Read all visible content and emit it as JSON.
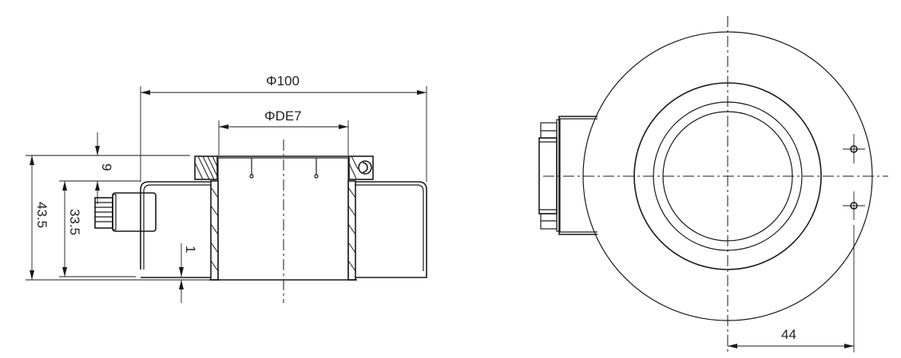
{
  "drawing": {
    "side_view": {
      "dimensions": {
        "outer_diameter": "Φ100",
        "bore_diameter": "ΦDE7",
        "total_height": "43.5",
        "body_height": "33.5",
        "flange_height": "9",
        "bottom_offset": "1"
      }
    },
    "front_view": {
      "dimensions": {
        "hole_offset": "44"
      }
    }
  },
  "colors": {
    "line": "#1a1a1a",
    "background": "#ffffff"
  }
}
